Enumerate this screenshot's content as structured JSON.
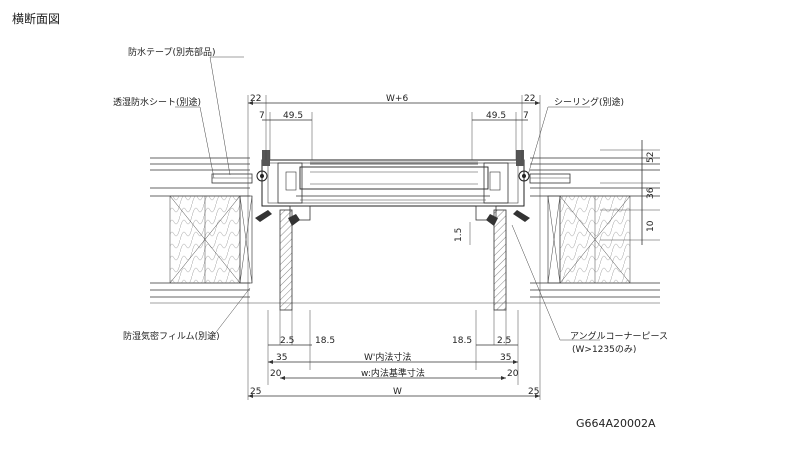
{
  "title": "横断面図",
  "drawing_code": "G664A20002A",
  "callouts": {
    "waterproof_tape": "防水テープ(別売部品)",
    "breathable_sheet": "透湿防水シート(別途)",
    "sealing": "シーリング(別途)",
    "vapor_film": "防湿気密フィルム(別途)",
    "angle_corner_piece": "アングルコーナーピース",
    "angle_corner_note": "(W>1235のみ)"
  },
  "dimensions": {
    "top_left_22": "22",
    "top_right_22": "22",
    "top_center": "W+6",
    "left_7": "7",
    "right_7": "7",
    "left_49_5": "49.5",
    "right_49_5": "49.5",
    "right_52": "52",
    "right_36": "36",
    "right_10": "10",
    "mid_1_5": "1.5",
    "left_2_5": "2.5",
    "left_18_5": "18.5",
    "right_18_5": "18.5",
    "right_2_5": "2.5",
    "left_35": "35",
    "right_35": "35",
    "inner_clear": "W'内法寸法",
    "left_20": "20",
    "right_20": "20",
    "inner_reference": "w:内法基準寸法",
    "left_25": "25",
    "right_25": "25",
    "overall_w": "W"
  }
}
